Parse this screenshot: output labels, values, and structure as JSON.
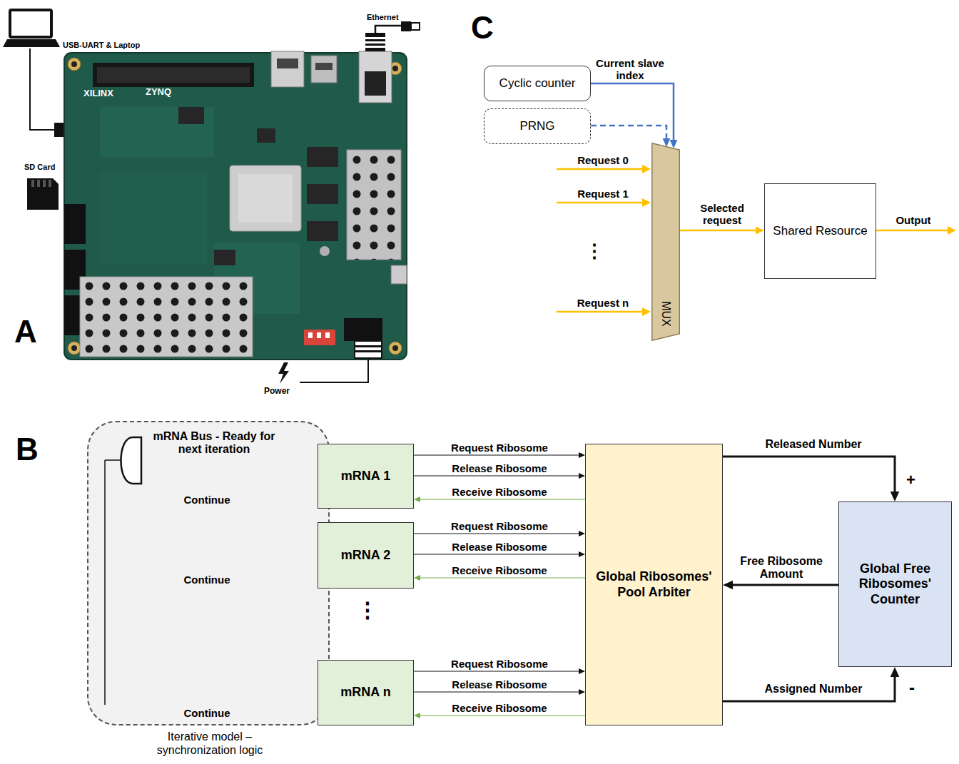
{
  "diagram": {
    "nodes": [
      {
        "text": [
          "Cyclic counter"
        ]
      },
      {
        "text": [
          "PRNG"
        ]
      },
      {
        "text": [
          "MUX"
        ]
      },
      {
        "text": [
          "Shared Resource"
        ]
      },
      {
        "text": [
          "Iterative model – synchronization logic"
        ]
      },
      {
        "text": [
          "mRNA 1"
        ]
      },
      {
        "text": [
          "mRNA 2"
        ]
      },
      {
        "text": [
          "mRNA n"
        ]
      },
      {
        "text": [
          "Global Ribosomes' Pool Arbiter"
        ]
      },
      {
        "text": [
          "Global Free Ribosomes' Counter"
        ]
      }
    ],
    "edges": [
      {
        "from": 0,
        "to": 2,
        "arrow": "to",
        "label": "Current slave index"
      },
      {
        "from": 1,
        "to": 2,
        "arrow": "to"
      },
      {
        "from": 2,
        "to": 3,
        "arrow": "to",
        "label": "Selected request"
      },
      {
        "from": 4,
        "to": 5,
        "arrow": "to",
        "label": "Continue"
      },
      {
        "from": 4,
        "to": 6,
        "arrow": "to",
        "label": "Continue"
      },
      {
        "from": 4,
        "to": 7,
        "arrow": "to",
        "label": "Continue"
      },
      {
        "from": 5,
        "to": 4,
        "arrow": "to",
        "label": "mRNA Bus - Ready for next iteration"
      },
      {
        "from": 6,
        "to": 4,
        "arrow": "to"
      },
      {
        "from": 7,
        "to": 4,
        "arrow": "to"
      },
      {
        "from": 5,
        "to": 8,
        "arrow": "to",
        "label": "Request Ribosome"
      },
      {
        "from": 5,
        "to": 8,
        "arrow": "to",
        "label": "Release Ribosome"
      },
      {
        "from": 8,
        "to": 5,
        "arrow": "to",
        "label": "Receive Ribosome"
      },
      {
        "from": 6,
        "to": 8,
        "arrow": "to",
        "label": "Request Ribosome"
      },
      {
        "from": 6,
        "to": 8,
        "arrow": "to",
        "label": "Release Ribosome"
      },
      {
        "from": 8,
        "to": 6,
        "arrow": "to",
        "label": "Receive Ribosome"
      },
      {
        "from": 7,
        "to": 8,
        "arrow": "to",
        "label": "Request Ribosome"
      },
      {
        "from": 7,
        "to": 8,
        "arrow": "to",
        "label": "Release Ribosome"
      },
      {
        "from": 8,
        "to": 7,
        "arrow": "to",
        "label": "Receive Ribosome"
      },
      {
        "from": 8,
        "to": 9,
        "arrow": "to",
        "label": "Released Number"
      },
      {
        "from": 9,
        "to": 8,
        "arrow": "to",
        "label": "Free Ribosome Amount"
      },
      {
        "from": 8,
        "to": 9,
        "arrow": "to",
        "label": "Assigned Number"
      }
    ],
    "labels": [
      "A",
      "B",
      "C",
      "USB-UART & Laptop",
      "Ethernet",
      "SD Card",
      "Power",
      "XILINX",
      "ZYNQ",
      "Request 0",
      "Request 1",
      "⋮",
      "Request n",
      "Output",
      "⋮",
      "+",
      "-"
    ]
  }
}
